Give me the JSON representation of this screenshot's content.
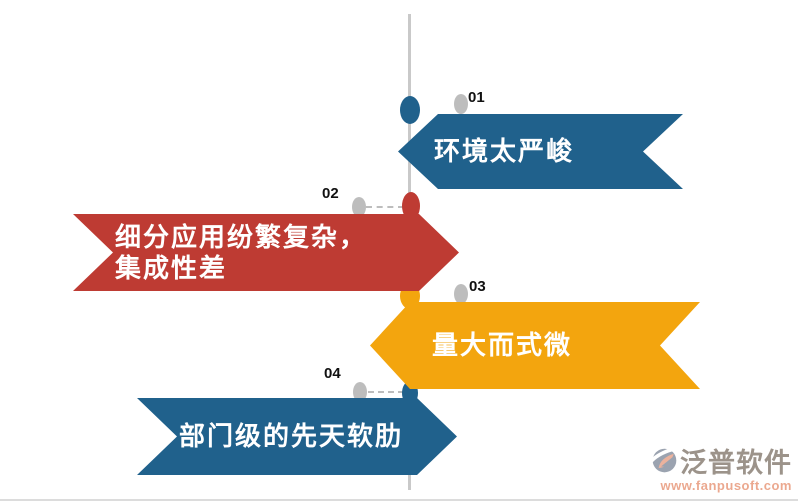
{
  "timeline": {
    "line_color": "#c9c9c9",
    "connector_color": "#bdbdbd",
    "pin_color": "#bdbdbd"
  },
  "items": [
    {
      "number": "01",
      "label": "环境太严峻",
      "color": "#20618c",
      "side": "right"
    },
    {
      "number": "02",
      "lines": [
        "细分应用纷繁复杂，",
        "集成性差"
      ],
      "color": "#be3b33",
      "side": "left"
    },
    {
      "number": "03",
      "label": "量大而式微",
      "color": "#f3a50e",
      "side": "right"
    },
    {
      "number": "04",
      "label": "部门级的先天软肋",
      "color": "#20618c",
      "side": "left"
    }
  ],
  "watermark": {
    "brand": "泛普软件",
    "url": "www.fanpusoft.com",
    "brand_color": "#8b8176",
    "url_color": "#e89a7c",
    "icon_gray": "#8a93a3",
    "icon_salmon": "#e8a58c"
  }
}
